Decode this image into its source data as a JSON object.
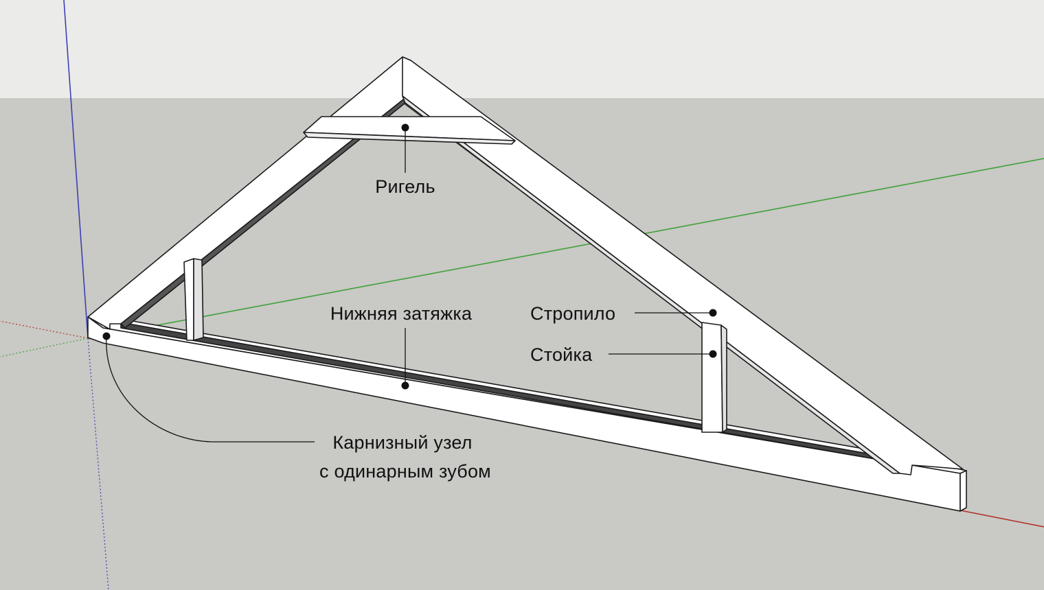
{
  "labels": {
    "rigel": "Ригель",
    "tie_beam": "Нижняя затяжка",
    "rafter": "Стропило",
    "post": "Стойка",
    "eave_line1": "Карнизный узел",
    "eave_line2": "с одинарным зубом"
  },
  "colors": {
    "sky": "#ebebea",
    "ground": "#c9c9c5",
    "axis_red": "#b0342c",
    "axis_green": "#3ea13a",
    "axis_blue": "#3b3fb5",
    "timber": "#ffffff",
    "edge": "#1a1a1a"
  }
}
